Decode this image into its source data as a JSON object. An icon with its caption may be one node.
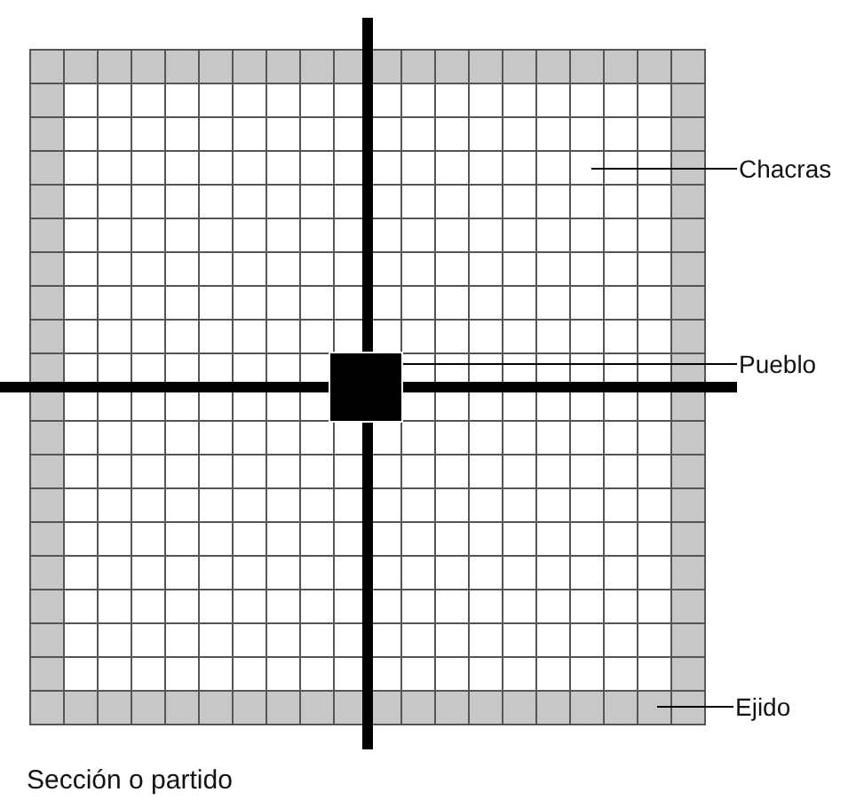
{
  "diagram": {
    "caption": "Sección o partido",
    "nodes": [
      {
        "text": [
          "Chacras"
        ]
      },
      {
        "text": [],
        "shape": "box"
      },
      {
        "text": [
          "Pueblo"
        ]
      },
      {
        "text": [
          "Ejido"
        ]
      }
    ],
    "edges": [
      {
        "from": 0,
        "to": null,
        "arrow": "none"
      },
      {
        "from": 2,
        "to": 1,
        "arrow": "none"
      },
      {
        "from": 3,
        "to": null,
        "arrow": "none"
      }
    ]
  }
}
